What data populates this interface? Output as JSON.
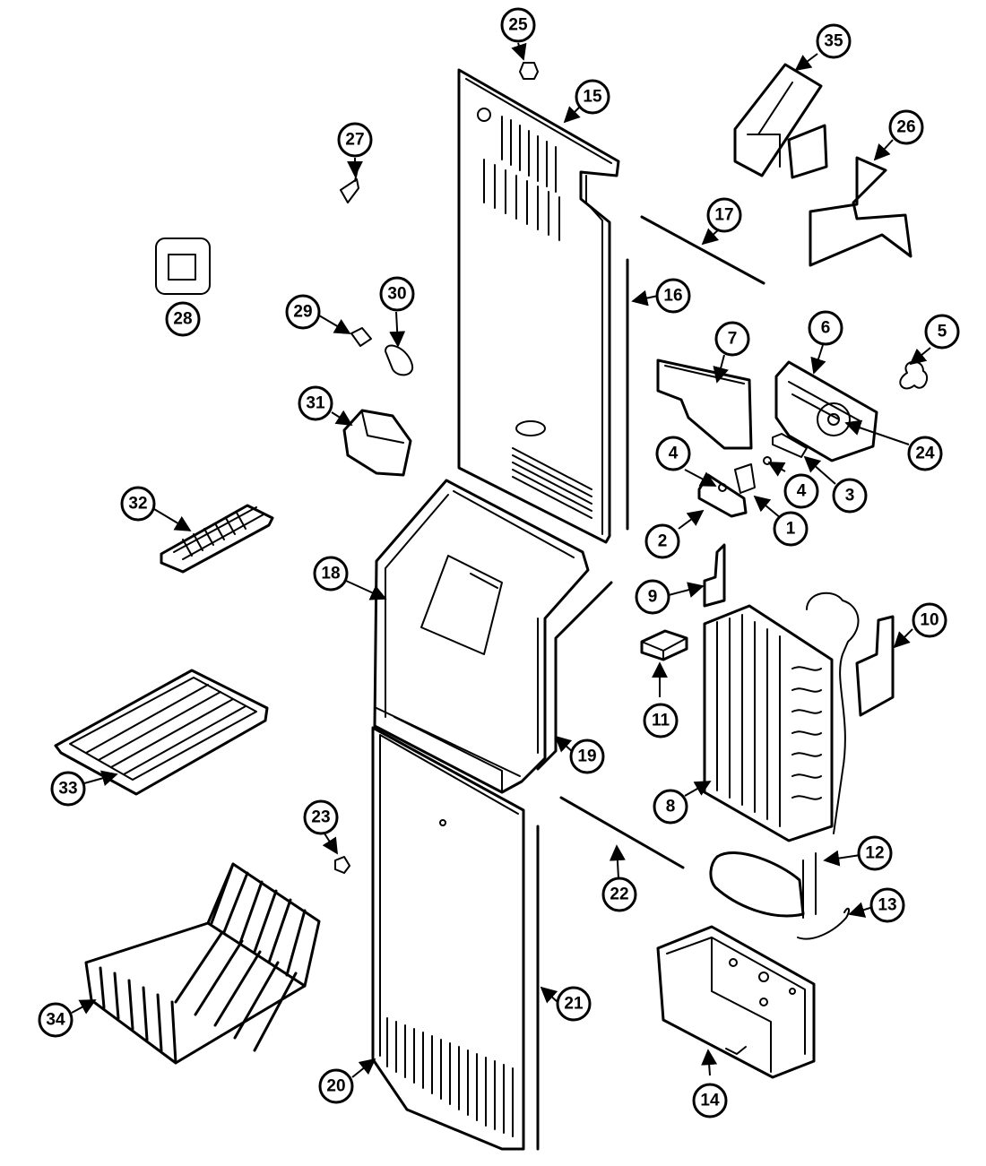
{
  "colors": {
    "ink": "#000000",
    "paper": "#ffffff"
  },
  "callouts": [
    {
      "id": "1",
      "label": "1"
    },
    {
      "id": "2",
      "label": "2"
    },
    {
      "id": "3",
      "label": "3"
    },
    {
      "id": "4a",
      "label": "4"
    },
    {
      "id": "4b",
      "label": "4"
    },
    {
      "id": "5",
      "label": "5"
    },
    {
      "id": "6",
      "label": "6"
    },
    {
      "id": "7",
      "label": "7"
    },
    {
      "id": "8",
      "label": "8"
    },
    {
      "id": "9",
      "label": "9"
    },
    {
      "id": "10",
      "label": "10"
    },
    {
      "id": "11",
      "label": "11"
    },
    {
      "id": "12",
      "label": "12"
    },
    {
      "id": "13",
      "label": "13"
    },
    {
      "id": "14",
      "label": "14"
    },
    {
      "id": "15",
      "label": "15"
    },
    {
      "id": "16",
      "label": "16"
    },
    {
      "id": "17",
      "label": "17"
    },
    {
      "id": "18",
      "label": "18"
    },
    {
      "id": "19",
      "label": "19"
    },
    {
      "id": "20",
      "label": "20"
    },
    {
      "id": "21",
      "label": "21"
    },
    {
      "id": "22",
      "label": "22"
    },
    {
      "id": "23",
      "label": "23"
    },
    {
      "id": "24",
      "label": "24"
    },
    {
      "id": "25",
      "label": "25"
    },
    {
      "id": "26",
      "label": "26"
    },
    {
      "id": "27",
      "label": "27"
    },
    {
      "id": "28",
      "label": "28"
    },
    {
      "id": "29",
      "label": "29"
    },
    {
      "id": "30",
      "label": "30"
    },
    {
      "id": "31",
      "label": "31"
    },
    {
      "id": "32",
      "label": "32"
    },
    {
      "id": "33",
      "label": "33"
    },
    {
      "id": "34",
      "label": "34"
    },
    {
      "id": "35",
      "label": "35"
    }
  ]
}
